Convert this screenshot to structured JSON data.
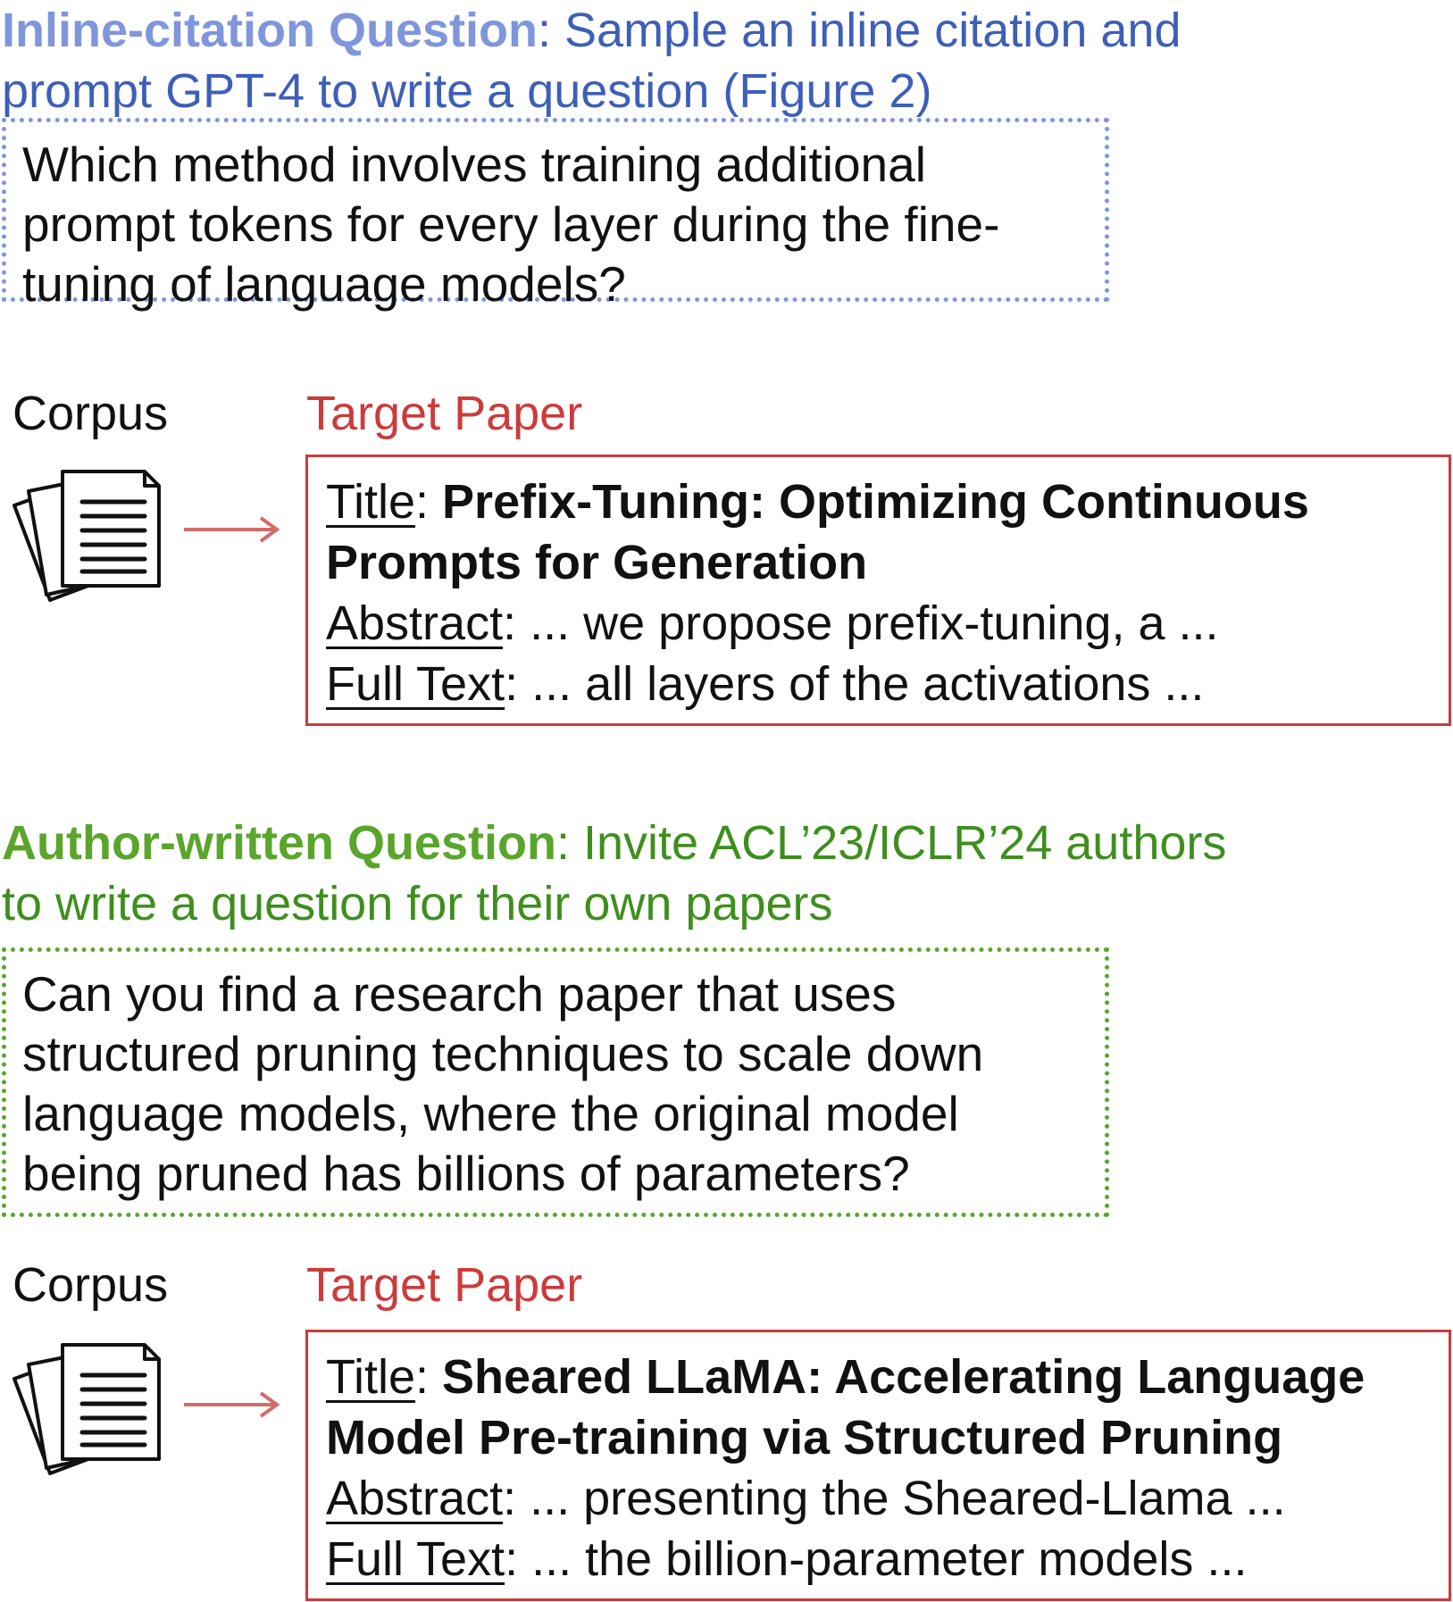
{
  "inline_section": {
    "heading_bold": "Inline-citation Question",
    "heading_rest": ": Sample an inline citation and prompt GPT-4 to write a question (Figure 2)",
    "question": "Which method involves training additional prompt tokens for every layer during the fine-tuning of language models?",
    "corpus_label": "Corpus",
    "target_label": "Target Paper",
    "paper": {
      "title_label": "Title",
      "title": "Prefix-Tuning: Optimizing Continuous Prompts for Generation",
      "abstract_label": "Abstract",
      "abstract": "... we propose prefix-tuning, a ...",
      "fulltext_label": "Full Text",
      "fulltext": "... all layers of the activations ..."
    }
  },
  "author_section": {
    "heading_bold": "Author-written Question",
    "heading_rest": ": Invite ACL’23/ICLR’24 authors to write a question for their own papers",
    "question": "Can you find a research paper that uses structured pruning techniques to scale down language models, where the original model being pruned has billions of parameters?",
    "corpus_label": "Corpus",
    "target_label": "Target Paper",
    "paper": {
      "title_label": "Title",
      "title": "Sheared LLaMA: Accelerating Language Model Pre-training via Structured Pruning",
      "abstract_label": "Abstract",
      "abstract": "... presenting the Sheared-Llama ...",
      "fulltext_label": "Full Text",
      "fulltext": "... the billion-parameter models ..."
    }
  },
  "colors": {
    "inline_accent": "#7f96dc",
    "inline_text": "#3d5fb8",
    "author_accent": "#5aa52c",
    "author_text": "#3e8f1e",
    "target": "#cc3b3b"
  },
  "icons": [
    "documents-stack-icon",
    "right-arrow-icon"
  ]
}
